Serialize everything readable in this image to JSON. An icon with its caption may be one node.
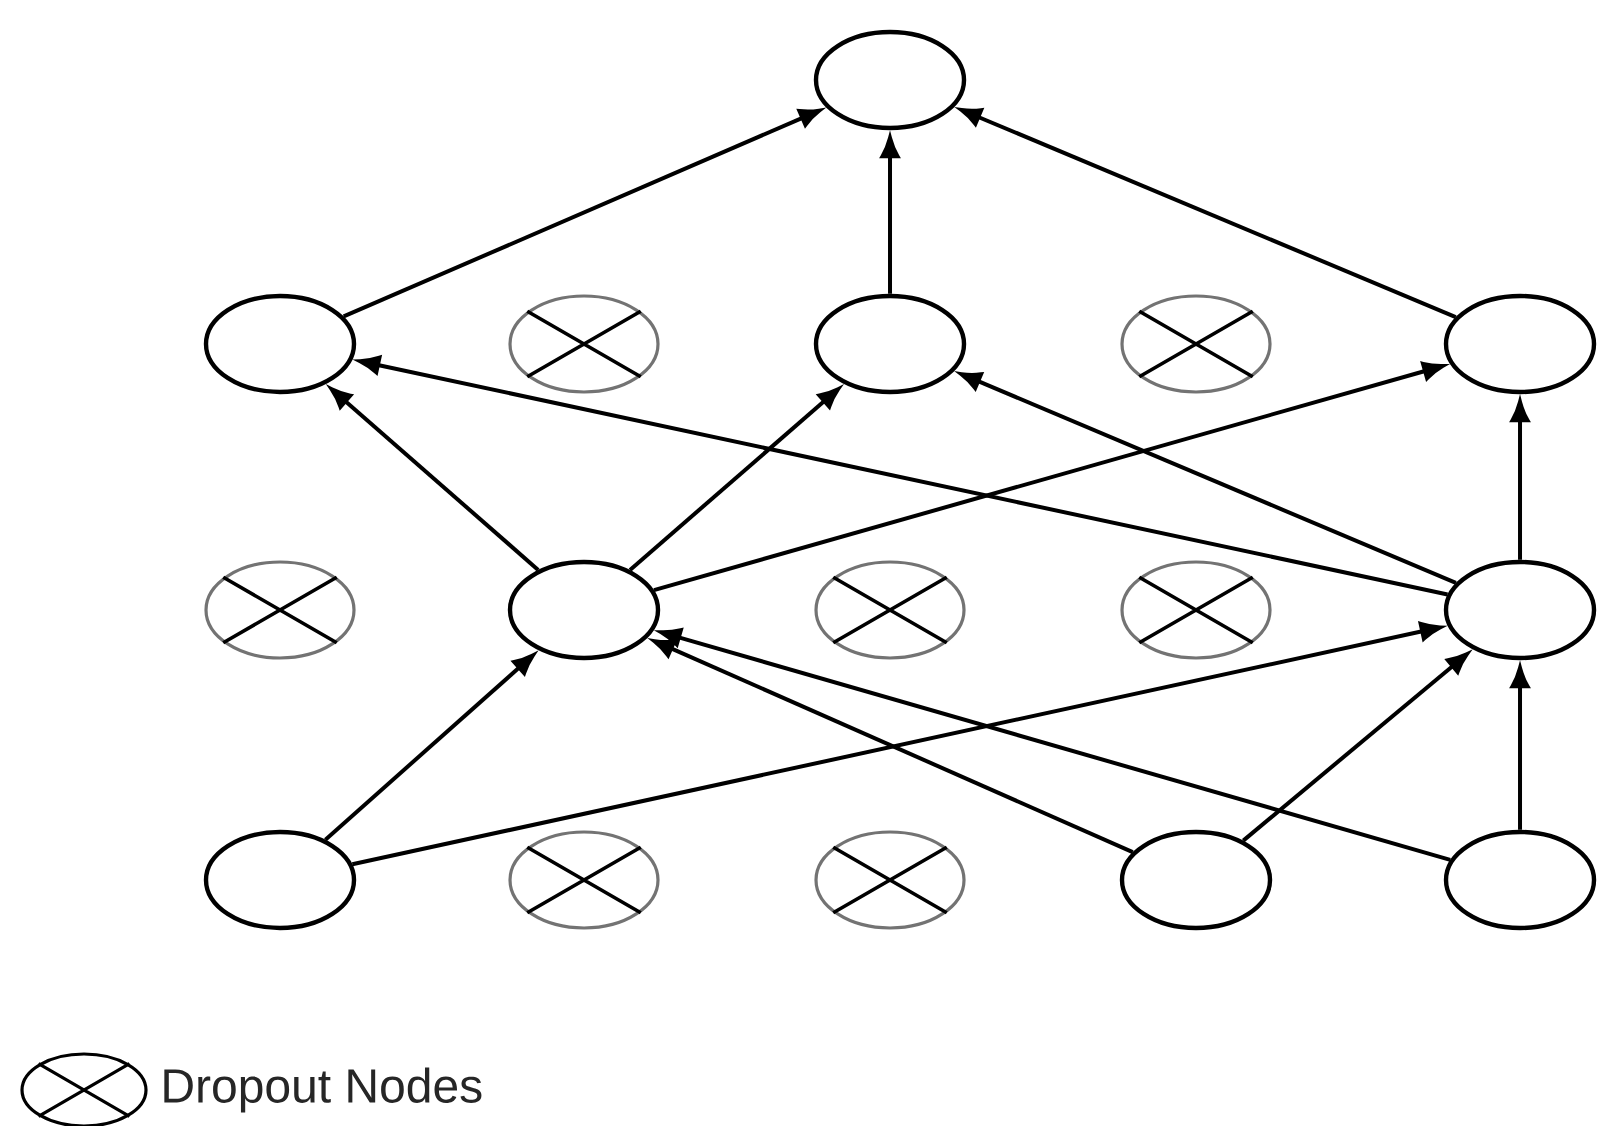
{
  "diagram": {
    "nodes": [
      {
        "text": [],
        "shape": "circle"
      },
      {
        "text": [],
        "shape": "circle"
      },
      {
        "text": [],
        "shape": "crossed-circle"
      },
      {
        "text": [],
        "shape": "circle"
      },
      {
        "text": [],
        "shape": "crossed-circle"
      },
      {
        "text": [],
        "shape": "circle"
      },
      {
        "text": [],
        "shape": "crossed-circle"
      },
      {
        "text": [],
        "shape": "circle"
      },
      {
        "text": [],
        "shape": "crossed-circle"
      },
      {
        "text": [],
        "shape": "crossed-circle"
      },
      {
        "text": [],
        "shape": "circle"
      },
      {
        "text": [],
        "shape": "circle"
      },
      {
        "text": [],
        "shape": "crossed-circle"
      },
      {
        "text": [],
        "shape": "crossed-circle"
      },
      {
        "text": [],
        "shape": "circle"
      },
      {
        "text": [],
        "shape": "circle"
      }
    ],
    "edges": [
      {
        "from": 1,
        "to": 0,
        "arrow": "to"
      },
      {
        "from": 3,
        "to": 0,
        "arrow": "to"
      },
      {
        "from": 5,
        "to": 0,
        "arrow": "to"
      },
      {
        "from": 7,
        "to": 1,
        "arrow": "to"
      },
      {
        "from": 7,
        "to": 3,
        "arrow": "to"
      },
      {
        "from": 7,
        "to": 5,
        "arrow": "to"
      },
      {
        "from": 10,
        "to": 1,
        "arrow": "to"
      },
      {
        "from": 10,
        "to": 3,
        "arrow": "to"
      },
      {
        "from": 10,
        "to": 5,
        "arrow": "to"
      },
      {
        "from": 11,
        "to": 7,
        "arrow": "to"
      },
      {
        "from": 11,
        "to": 10,
        "arrow": "to"
      },
      {
        "from": 14,
        "to": 7,
        "arrow": "to"
      },
      {
        "from": 14,
        "to": 10,
        "arrow": "to"
      },
      {
        "from": 15,
        "to": 7,
        "arrow": "to"
      },
      {
        "from": 15,
        "to": 10,
        "arrow": "to"
      }
    ],
    "legend": [
      {
        "text": "Dropout Nodes"
      }
    ]
  }
}
